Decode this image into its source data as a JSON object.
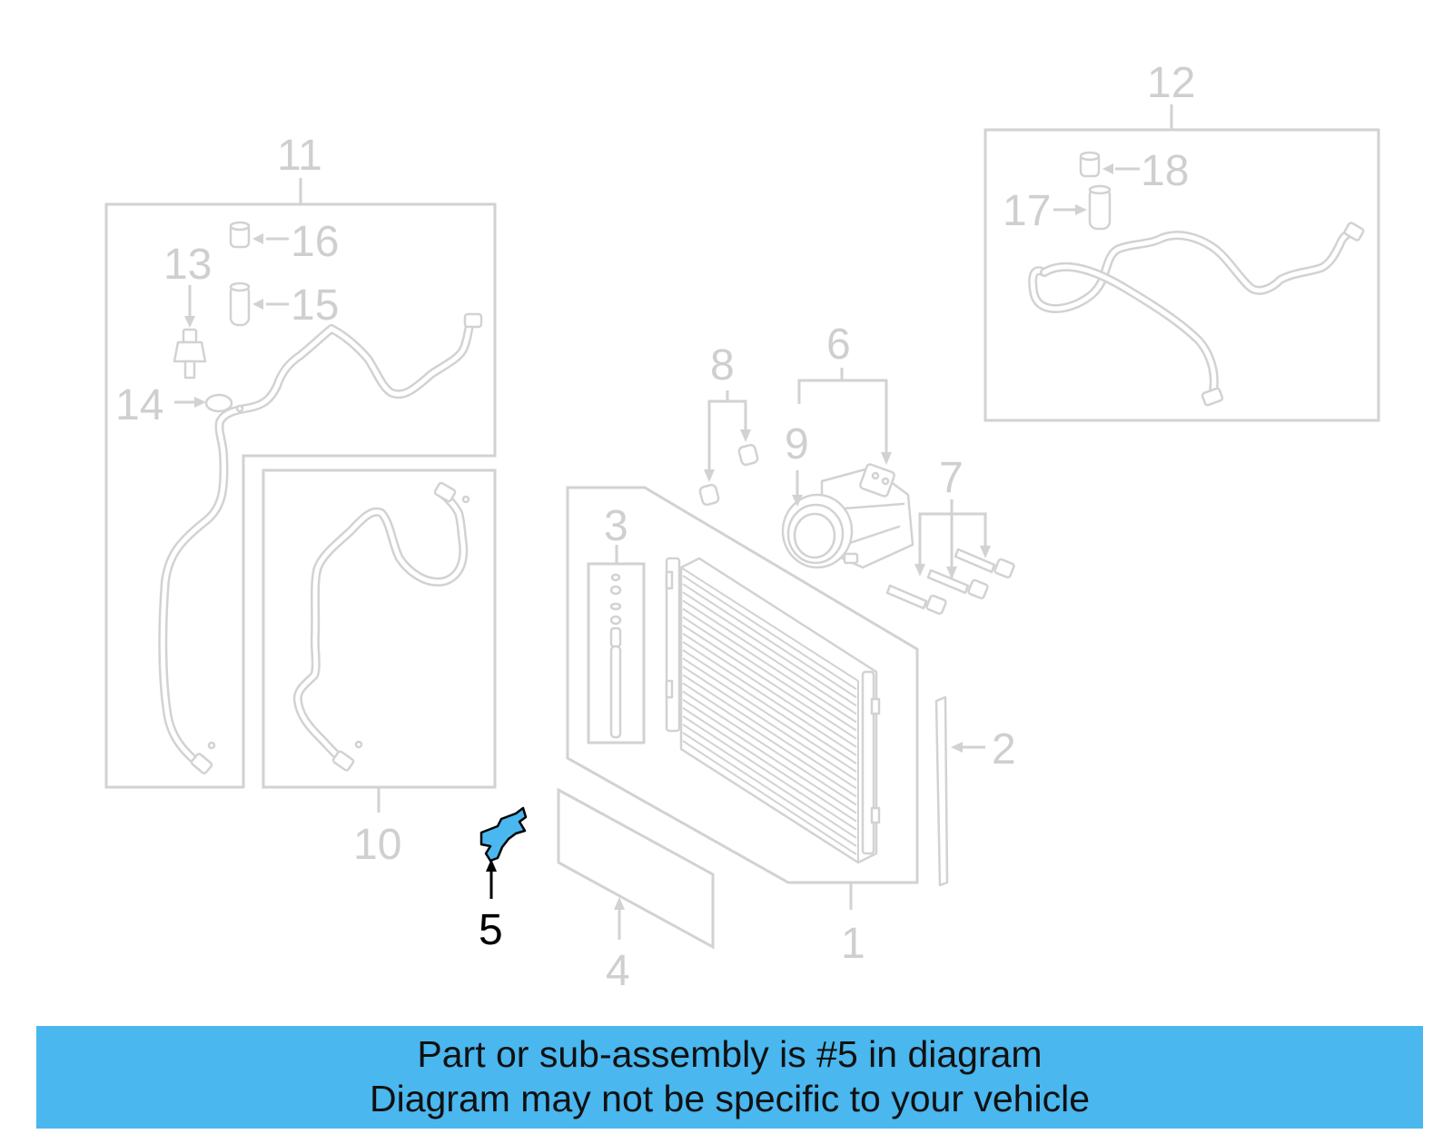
{
  "diagram": {
    "callouts": {
      "c1": "1",
      "c2": "2",
      "c3": "3",
      "c4": "4",
      "c5": "5",
      "c6": "6",
      "c7": "7",
      "c8": "8",
      "c9": "9",
      "c10": "10",
      "c11": "11",
      "c12": "12",
      "c13": "13",
      "c14": "14",
      "c15": "15",
      "c16": "16",
      "c17": "17",
      "c18": "18"
    },
    "highlighted_part": "5",
    "colors": {
      "inactive": "#cfcfcf",
      "highlight": "#4ab7ef",
      "active_text": "#000000",
      "banner": "#4ab7ef"
    }
  },
  "banner": {
    "line1": "Part or sub-assembly is #5 in diagram",
    "line2": "Diagram may not be specific to your vehicle"
  }
}
